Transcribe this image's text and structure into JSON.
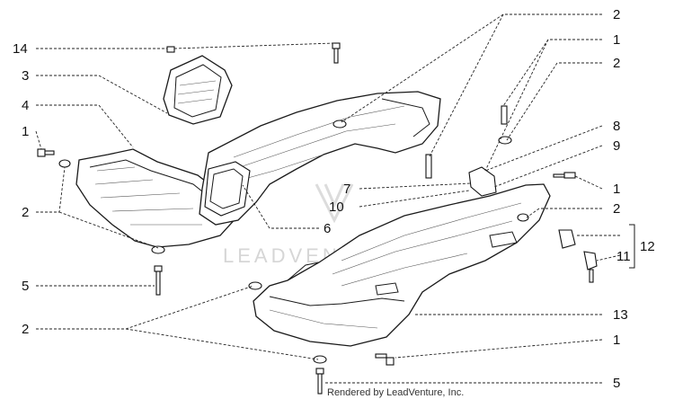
{
  "diagram": {
    "credit": "Rendered by LeadVenture, Inc.",
    "watermark": "LEADVENTURE",
    "callouts": {
      "c14": "14",
      "c3": "3",
      "c4": "4",
      "c1_left": "1",
      "c2_left": "2",
      "c5_left": "5",
      "c2_bottom_left": "2",
      "c2_top": "2",
      "c1_top": "1",
      "c2_top_right": "2",
      "c8": "8",
      "c9": "9",
      "c7": "7",
      "c10": "10",
      "c6": "6",
      "c1_right": "1",
      "c2_right": "2",
      "c12": "12",
      "c11": "11",
      "c13": "13",
      "c1_bottom": "1",
      "c5_bottom": "5"
    }
  }
}
